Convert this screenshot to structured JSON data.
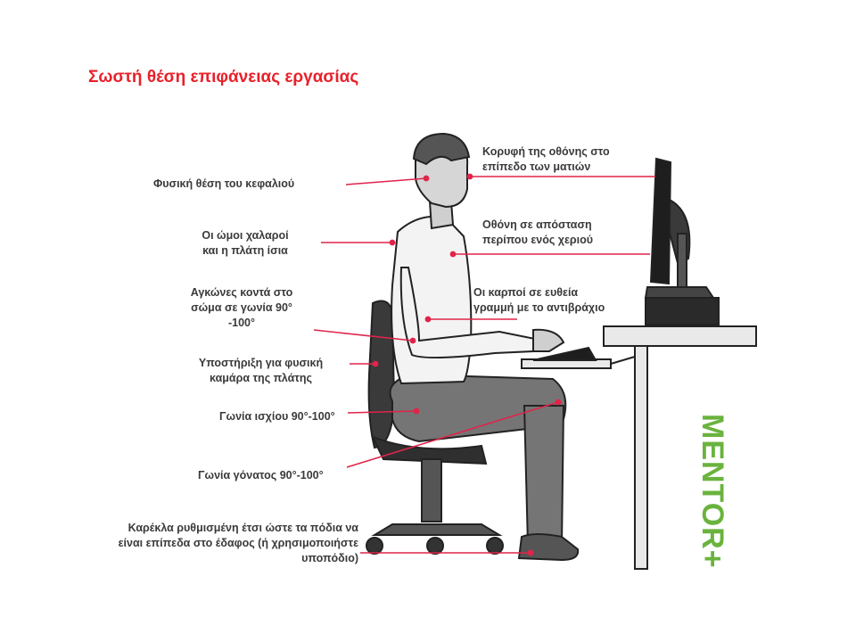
{
  "title": "Σωστή θέση επιφάνειας εργασίας",
  "labels": {
    "head": [
      "Φυσική θέση του κεφαλιού"
    ],
    "shoulders": [
      "Οι ώμοι χαλαροί",
      "και η πλάτη ίσια"
    ],
    "elbows": [
      "Αγκώνες κοντά στο",
      "σώμα σε γωνία 90°",
      "-100°"
    ],
    "back": [
      "Υποστήριξη για φυσική",
      "καμάρα της πλάτης"
    ],
    "hip": [
      "Γωνία ισχίου 90°-100°"
    ],
    "knee": [
      "Γωνία γόνατος 90°-100°"
    ],
    "chair": [
      "Καρέκλα ρυθμισμένη έτσι ώστε τα πόδια να",
      "είναι επίπεδα στο έδαφος (ή χρησιμοποιήστε",
      "υποπόδιο)"
    ],
    "monitor_top": [
      "Κορυφή της οθόνης στο",
      "επίπεδο των ματιών"
    ],
    "monitor_distance": [
      "Οθόνη σε απόσταση",
      "περίπου ενός χεριού"
    ],
    "wrists": [
      "Οι καρποί σε ευθεία",
      "γραμμή με το αντιβράχιο"
    ]
  },
  "logo": {
    "text": "MENTOR+",
    "color": "#6ab33e"
  },
  "colors": {
    "title": "#e8202a",
    "leader": "#e0244a",
    "figure": "#2a2a2a"
  }
}
